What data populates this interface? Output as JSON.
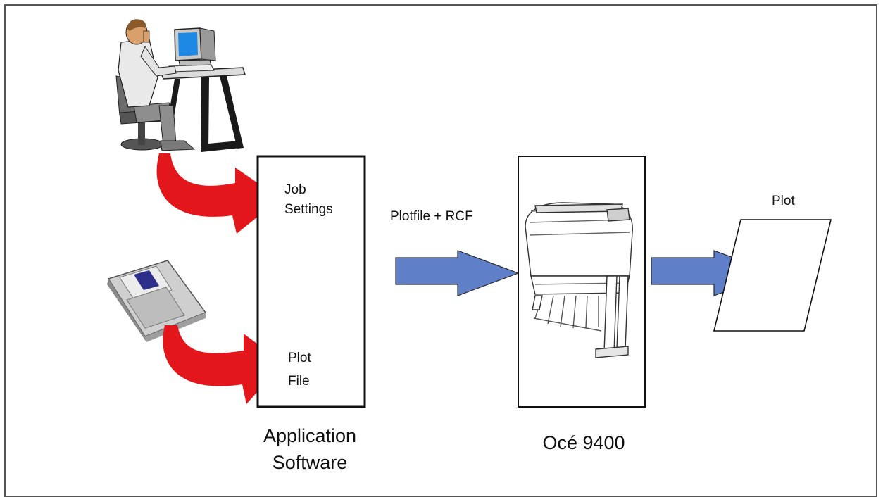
{
  "diagram": {
    "job_settings": [
      "Job",
      "Settings"
    ],
    "plot_file": [
      "Plot",
      "File"
    ],
    "transfer_label": "Plotfile + RCF",
    "output_label": "Plot",
    "application_software": [
      "Application",
      "Software"
    ],
    "printer_name": "Océ 9400"
  },
  "colors": {
    "red_arrow": "#e3171b",
    "blue_arrow": "#5f7fc9",
    "box_border": "#111111"
  }
}
